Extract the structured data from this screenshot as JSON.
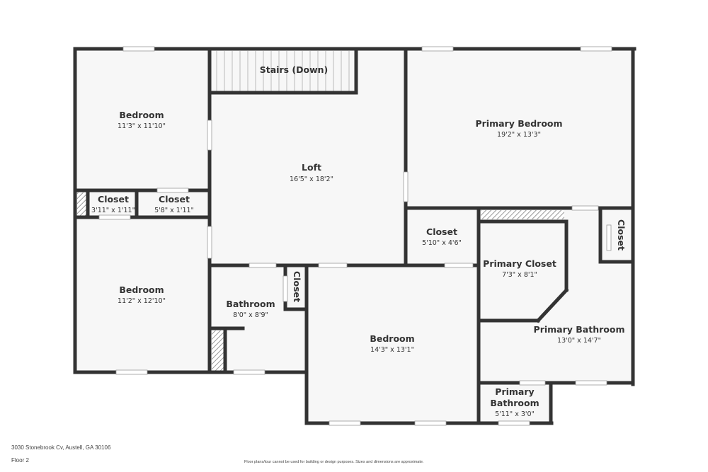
{
  "rooms": [
    {
      "name": "Bedroom",
      "dim": "11'3\" x 11'10\""
    },
    {
      "name": "Stairs (Down)",
      "dim": ""
    },
    {
      "name": "Loft",
      "dim": "16'5\" x 18'2\""
    },
    {
      "name": "Primary Bedroom",
      "dim": "19'2\" x 13'3\""
    },
    {
      "name": "Closet",
      "dim": "3'11\" x 1'11\""
    },
    {
      "name": "Closet",
      "dim": "5'8\" x 1'11\""
    },
    {
      "name": "Closet",
      "dim": "5'10\" x 4'6\""
    },
    {
      "name": "Closet",
      "dim": ""
    },
    {
      "name": "Bedroom",
      "dim": "11'2\" x 12'10\""
    },
    {
      "name": "Bathroom",
      "dim": "8'0\" x 8'9\""
    },
    {
      "name": "Closet",
      "dim": ""
    },
    {
      "name": "Bedroom",
      "dim": "14'3\" x 13'1\""
    },
    {
      "name": "Primary Closet",
      "dim": "7'3\" x 8'1\""
    },
    {
      "name": "Primary Bathroom",
      "dim": "13'0\" x 14'7\""
    },
    {
      "name": "Primary",
      "name2": "Bathroom",
      "dim": "5'11\" x 3'0\""
    }
  ],
  "footer": {
    "address": "3030 Stonebrook Cv, Austell, GA 30106",
    "floor": "Floor 2",
    "disclaimer": "Floor plans/tour cannot be used for building or design purposes. Sizes and dimensions are approximate."
  },
  "colors": {
    "wall": "#333333",
    "floor": "#f7f7f7"
  }
}
